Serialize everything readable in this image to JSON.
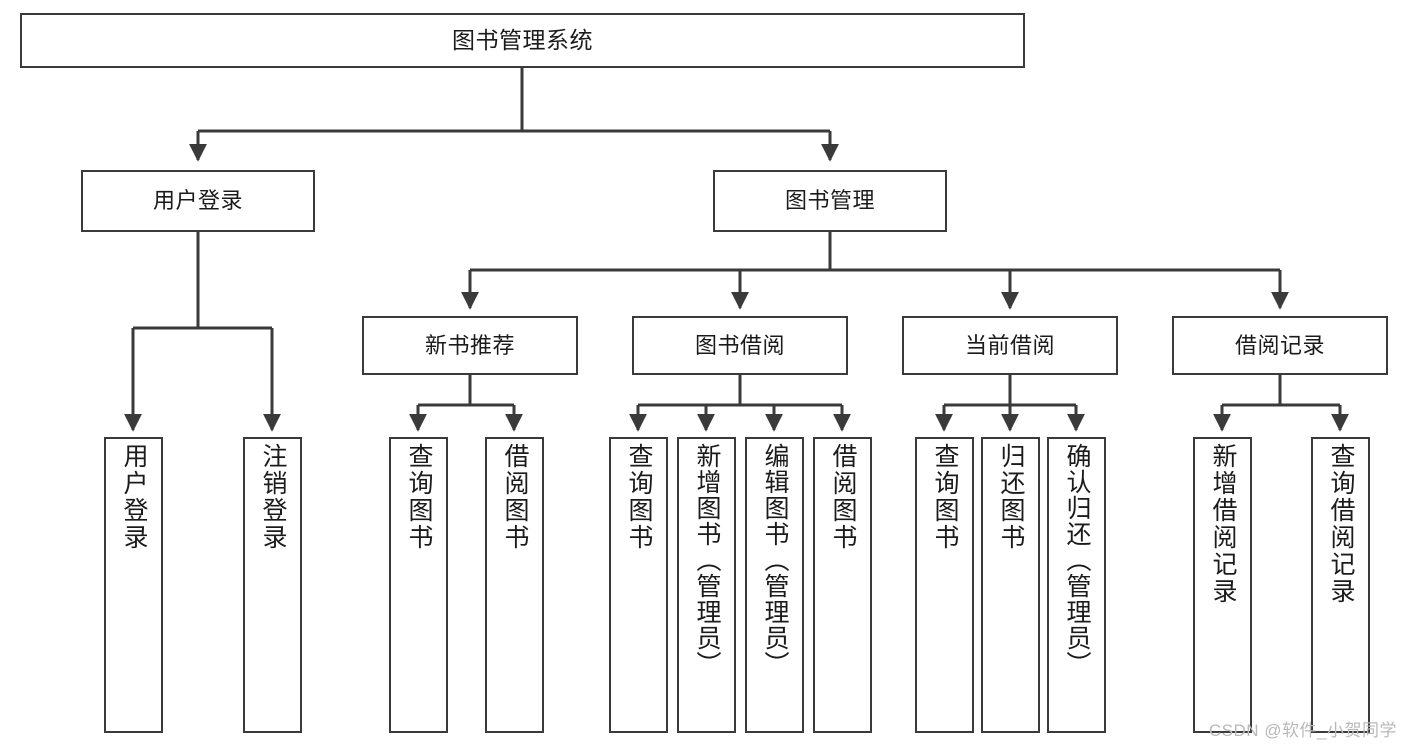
{
  "diagram": {
    "title": "图书管理系统",
    "watermark": "CSDN @软件_小贺同学",
    "colors": {
      "stroke": "#3a3a3a",
      "fill": "#ffffff",
      "text": "#1b1b1b",
      "watermark": "#b9b9b9"
    },
    "root": {
      "label": "图书管理系统"
    },
    "level1": [
      {
        "label": "用户登录"
      },
      {
        "label": "图书管理"
      }
    ],
    "level2": [
      {
        "label": "新书推荐"
      },
      {
        "label": "图书借阅"
      },
      {
        "label": "当前借阅"
      },
      {
        "label": "借阅记录"
      }
    ],
    "leaves": {
      "user_login": [
        {
          "label": "用户登录"
        },
        {
          "label": "注销登录"
        }
      ],
      "new_book_recommend": [
        {
          "label": "查询图书"
        },
        {
          "label": "借阅图书"
        }
      ],
      "book_borrow": [
        {
          "label": "查询图书"
        },
        {
          "label": "新增图书（管理员）"
        },
        {
          "label": "编辑图书（管理员）"
        },
        {
          "label": "借阅图书"
        }
      ],
      "current_borrow": [
        {
          "label": "查询图书"
        },
        {
          "label": "归还图书"
        },
        {
          "label": "确认归还（管理员）"
        }
      ],
      "borrow_record": [
        {
          "label": "新增借阅记录"
        },
        {
          "label": "查询借阅记录"
        }
      ]
    }
  }
}
